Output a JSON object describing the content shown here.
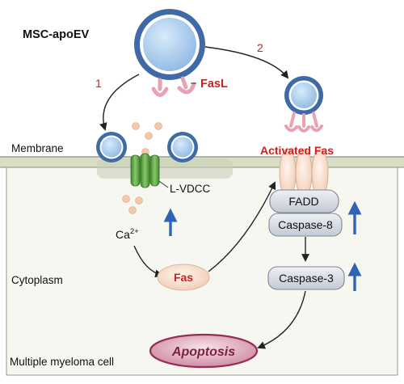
{
  "labels": {
    "msc_apoev": "MSC-apoEV",
    "step_1": "1",
    "step_2": "2",
    "fasl": "FasL",
    "membrane": "Membrane",
    "activated_fas": "Activated Fas",
    "l_vdcc": "L-VDCC",
    "calcium": "Ca",
    "calcium_charge": "2+",
    "fas": "Fas",
    "fadd": "FADD",
    "caspase_8": "Caspase-8",
    "caspase_3": "Caspase-3",
    "cytoplasm": "Cytoplasm",
    "apoptosis": "Apoptosis",
    "cell_name": "Multiple myeloma cell"
  },
  "colors": {
    "vesicle_outer": "#3f6aa6",
    "vesicle_fill": "#a9cdee",
    "fasl_pink": "#e9a2b4",
    "red_label": "#cc1f1f",
    "channel_green": "#4f9a3a",
    "calcium_dot": "#f3c7a9",
    "up_arrow_blue": "#2e63b8",
    "fas_receptor": "#f6dcca",
    "protein_gray": "#d6dbe2",
    "apoptosis_purple": "#9a2b57",
    "cytoplasm_bg": "#f7f7f1",
    "membrane_band": "#d9dfc7"
  }
}
